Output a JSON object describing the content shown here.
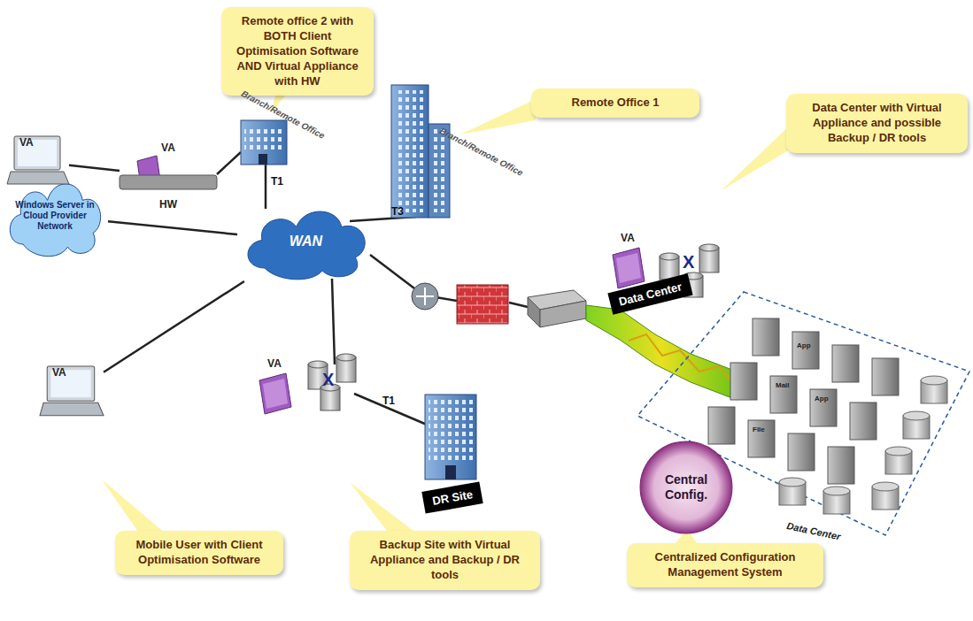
{
  "diagram": {
    "nodes": [
      {
        "text": [
          "Remote office 2 with BOTH Client Optimisation Software AND Virtual Appliance with HW"
        ]
      },
      {
        "text": [
          "Remote Office 1"
        ]
      },
      {
        "text": [
          "Data Center with Virtual Appliance and possible Backup / DR tools"
        ]
      },
      {
        "text": [
          "Mobile User with Client Optimisation Software"
        ]
      },
      {
        "text": [
          "Backup Site with Virtual Appliance and Backup / DR tools"
        ]
      },
      {
        "text": [
          "Centralized Configuration Management System"
        ]
      },
      {
        "text": [
          "WAN"
        ]
      },
      {
        "text": [
          "Windows Server in Cloud Provider Network"
        ]
      },
      {
        "text": [
          "VA"
        ]
      },
      {
        "text": [
          "VA",
          "HW"
        ]
      },
      {
        "text": [
          "VA"
        ]
      },
      {
        "text": [
          "VA"
        ]
      },
      {
        "text": [
          "VA"
        ]
      },
      {
        "text": [
          "Data Center"
        ]
      },
      {
        "text": [
          "DR Site"
        ]
      },
      {
        "text": [
          "Central Config."
        ]
      }
    ],
    "edges": [
      {
        "from": 8,
        "to": 9,
        "arrow": "none"
      },
      {
        "from": 6,
        "to": 7,
        "arrow": "none"
      },
      {
        "from": 6,
        "to": 10,
        "arrow": "none"
      }
    ],
    "labels": [
      "Branch/Remote Office",
      "Branch/Remote Office",
      "T1",
      "T3",
      "T1",
      "X",
      "X",
      "Data Center",
      "App",
      "App",
      "Mail",
      "File"
    ]
  }
}
